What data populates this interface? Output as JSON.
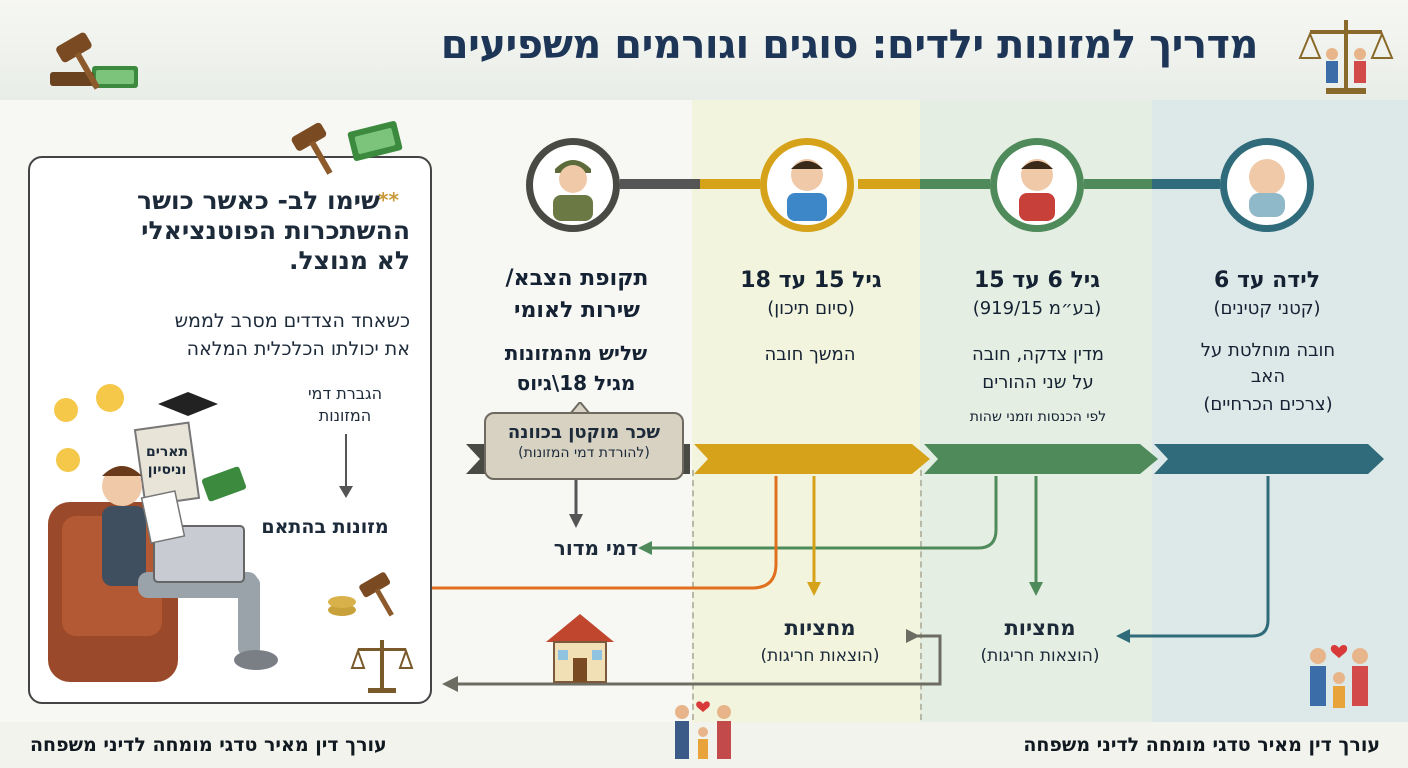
{
  "title": "מדריך למזונות ילדים: סוגים וגורמים משפיעים",
  "stages": [
    {
      "title": "לידה עד 6",
      "subtitle": "(קטני קטינים)",
      "desc1": "חובה מוחלטת על",
      "desc2": "האב",
      "desc3": "(צרכים הכרחיים)"
    },
    {
      "title": "גיל 6 עד 15",
      "subtitle": "(בע״מ 919/15)",
      "desc1": "מדין צדקה, חובה",
      "desc2": "על שני ההורים",
      "desc3": "לפי הכנסות וזמני שהות"
    },
    {
      "title": "גיל 15 עד 18",
      "subtitle": "(סיום תיכון)",
      "desc1": "המשך חובה"
    },
    {
      "title1": "תקופת הצבא/",
      "title2": "שירות לאומי",
      "desc1": "שליש מהמזונות",
      "desc2": "מגיל 18\\גיוס"
    }
  ],
  "box": {
    "line1": "שכר מוקטן בכוונה",
    "line2": "(להורדת דמי המזונות)"
  },
  "flows": {
    "housing": "דמי מדור",
    "half_expenses": "מחציות",
    "half_expenses_sub": "(הוצאות חריגות)"
  },
  "callout": {
    "stars": "**",
    "heading1": "שימו לב- כאשר כושר",
    "heading2": "ההשתכרות הפוטנציאלי",
    "heading3": "לא מנוצל.",
    "body1": "כשאחד הצדדים מסרב לממש",
    "body2": "את יכולתו הכלכלית המלאה",
    "increase1": "הגברת דמי",
    "increase2": "המזונות",
    "result": "מזונות בהתאם",
    "degree1": "תארים",
    "degree2": "וניסיון"
  },
  "footer": {
    "right": "עורך דין מאיר טדגי מומחה לדיני משפחה",
    "left": "עורך דין מאיר טדגי מומחה לדיני משפחה"
  },
  "colors": {
    "navy": "#1d3556",
    "teal": "#2f6b7a",
    "green": "#4f8a5a",
    "gold": "#d6a21a",
    "gray": "#6c6c62",
    "orange": "#e07020"
  }
}
